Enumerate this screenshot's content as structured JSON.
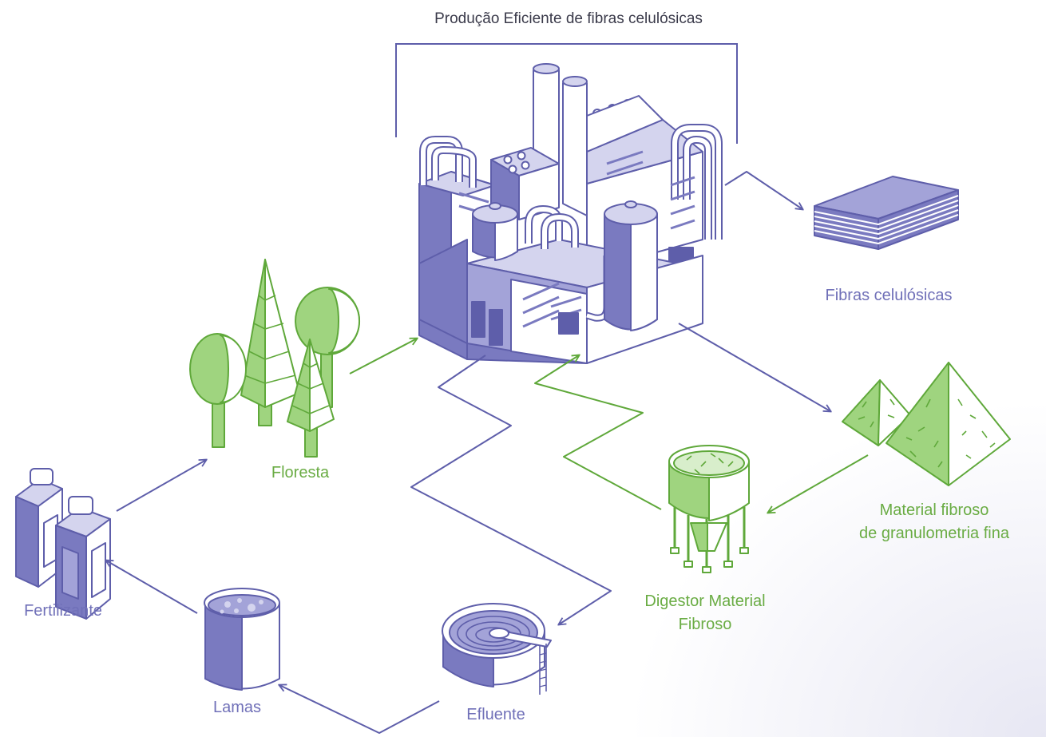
{
  "title": "Produção Eficiente de fibras celulósicas",
  "nodes": {
    "fibras": "Fibras celulósicas",
    "material": [
      "Material fibroso",
      "de granulometria fina"
    ],
    "digestor": [
      "Digestor Material",
      "Fibroso"
    ],
    "efluente": "Efluente",
    "lamas": "Lamas",
    "fertilizante": "Fertilizante",
    "floresta": "Floresta"
  },
  "colors": {
    "purple_line": "#5e5eaa",
    "purple_dark": "#7a7ac0",
    "purple_mid": "#a3a3d8",
    "purple_light": "#d4d4ee",
    "green_line": "#5fa83a",
    "green_fill": "#9fd47f",
    "green_light": "#d8eecb",
    "label_purple": "#7070b8",
    "label_green": "#6aac44"
  },
  "icons": [
    "factory-icon",
    "paper-stack-icon",
    "pyramid-pile-icon",
    "digestor-silo-icon",
    "clarifier-tank-icon",
    "sludge-tank-icon",
    "fertilizer-bottles-icon",
    "forest-trees-icon"
  ]
}
